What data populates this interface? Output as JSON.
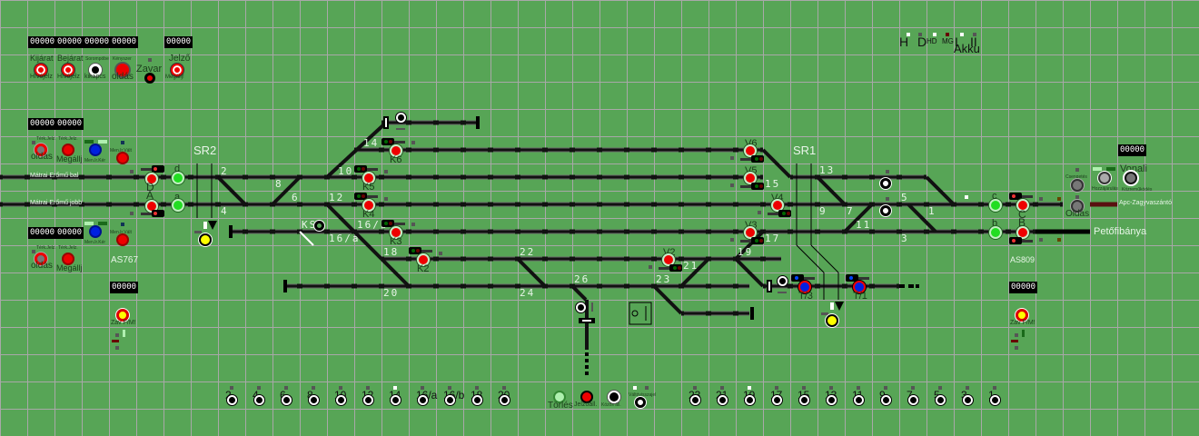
{
  "status_indicators": {
    "H": "H",
    "D": "D",
    "HD": "HD",
    "MG": "MG",
    "I": "I",
    "II": "II",
    "akku": "Akku"
  },
  "counters": {
    "top": [
      "00000",
      "00000",
      "00000",
      "00000",
      "00000"
    ],
    "left_mid": [
      "00000",
      "00000"
    ],
    "left_low": [
      "00000",
      "00000"
    ],
    "as767": "00000",
    "right_top": "00000",
    "as809": "00000"
  },
  "top_buttons": [
    {
      "top": "Kijárat",
      "bottom": "Hívójelz",
      "color": "red"
    },
    {
      "top": "Bejárat",
      "bottom": "Hívójelz",
      "color": "red"
    },
    {
      "top": "Sorompóbe",
      "bottom": "kikapcs",
      "color": "white"
    },
    {
      "top": "Kényszer",
      "bottom": "oldás",
      "color": "red"
    },
    {
      "top": "",
      "bottom": "Zavar",
      "color": "redmin"
    },
    {
      "top": "Jelző",
      "bottom": "Megállj!",
      "color": "red"
    }
  ],
  "left_mid_panel": {
    "b1_top": "Térk.Jelz.",
    "b1_bottom": "oldás",
    "b2_top": "Térk.Jelz.",
    "b2_bottom": "Megállj",
    "b3_label": "Men.Ir.Kér",
    "b4_label": "Men.Ir.Vált"
  },
  "left_low_panel": {
    "b1_top": "Térk.Jelz.",
    "b1_bottom": "oldás",
    "b2_top": "Térk.Jelz.",
    "b2_bottom": "Megállj",
    "b3_label": "Men.Ir.Kér",
    "b4_label": "Men.Ir.Vált",
    "block_label": "AS767",
    "zav_label": "Zav F/M!"
  },
  "right_panel": {
    "csengetes": "Csengetés",
    "hozzajarulas": "Hozzájárulás",
    "vonali": "Vonali",
    "vonali_sub": "Közreműködés",
    "oldas": "Oldás",
    "block_label": "AS809",
    "zav_label": "Zav F/M!"
  },
  "tracks": {
    "left_top": "Mátrai Erőmű bal",
    "left_bottom": "Mátrai Erőmű jobb",
    "right_top": "Apc-Zagyvaszántó",
    "right_bottom": "Petőfibánya",
    "sr2": "SR2",
    "sr1": "SR1",
    "ks": "KS"
  },
  "switch_labels": [
    "2",
    "4",
    "6",
    "8",
    "10",
    "12",
    "14",
    "16/b",
    "16/a",
    "18",
    "20",
    "22",
    "24",
    "26",
    "23",
    "21",
    "19",
    "17",
    "15",
    "13",
    "11",
    "9",
    "7",
    "5",
    "3",
    "1"
  ],
  "signal_labels": {
    "D": "D",
    "A": "A",
    "d": "d",
    "a": "a",
    "K6": "K6",
    "K5": "K5",
    "K4": "K4",
    "K3": "K3",
    "K2": "K2",
    "V6": "V6",
    "V5": "V5",
    "V4": "V4",
    "V3": "V3",
    "V2": "V2",
    "T3": "T/3",
    "T1": "T/1",
    "c": "c",
    "b": "b",
    "C": "C",
    "B": "B"
  },
  "bottom_switch_buttons": [
    "2",
    "4",
    "6",
    "8",
    "10",
    "12",
    "14",
    "16/a",
    "16/b",
    "18",
    "20"
  ],
  "bottom_switch_buttons_right": [
    "23",
    "21",
    "19",
    "17",
    "15",
    "13",
    "11",
    "9",
    "7",
    "5",
    "3",
    "1"
  ],
  "bottom_controls": {
    "torles": "Törlés",
    "jelzo_all": "Jelzőáll.",
    "kozos_all": "Közös áll.",
    "valto_visszaj": "Váltóvisszajel"
  }
}
